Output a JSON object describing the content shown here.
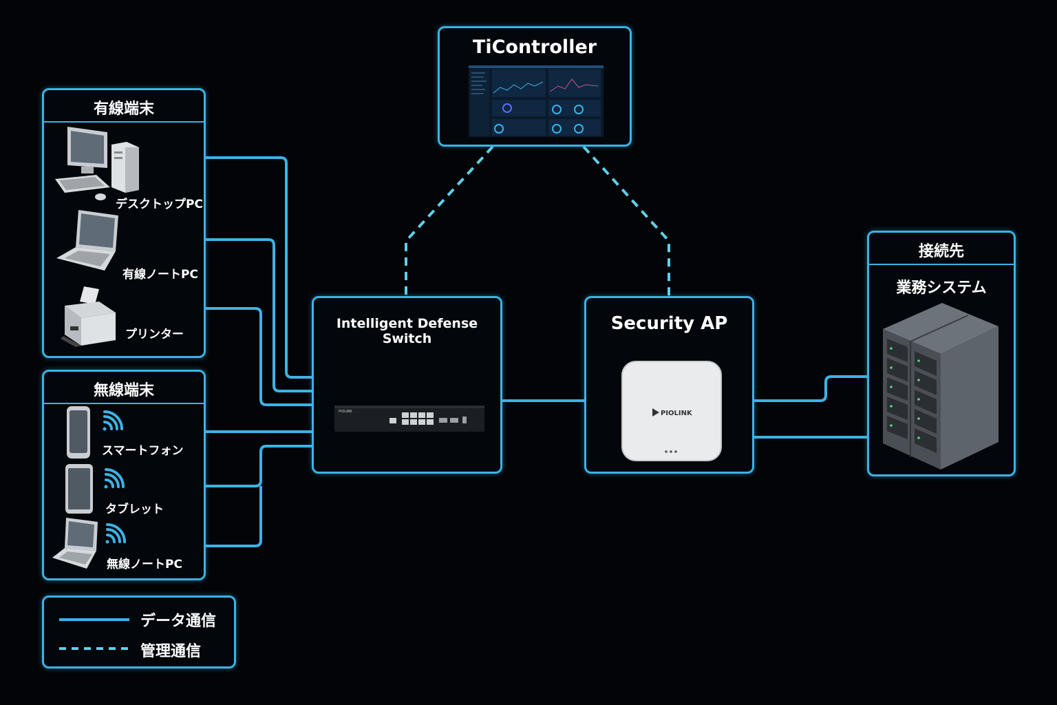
{
  "wired": {
    "title": "有線端末",
    "items": [
      "デスクトップPC",
      "有線ノートPC",
      "プリンター"
    ]
  },
  "wireless": {
    "title": "無線端末",
    "items": [
      "スマートフォン",
      "タブレット",
      "無線ノートPC"
    ]
  },
  "switch": {
    "title": "Intelligent Defense Switch",
    "brand": "PIOLINK"
  },
  "controller": {
    "title": "TiController"
  },
  "ap": {
    "title": "Security AP",
    "brand": "PIOLINK"
  },
  "destination": {
    "title": "接続先",
    "subtitle": "業務システム"
  },
  "legend": {
    "data": "データ通信",
    "mgmt": "管理通信"
  },
  "colors": {
    "line": "#3bb3e6",
    "dashed": "#5fd0ea",
    "background": "#020407"
  }
}
